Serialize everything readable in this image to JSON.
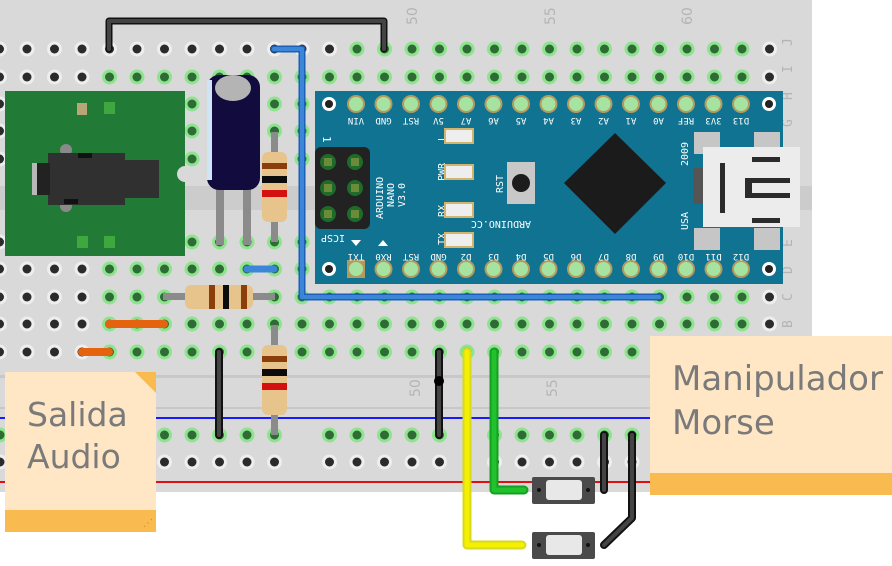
{
  "breadboard": {
    "column_labels": [
      "50",
      "55",
      "60"
    ],
    "bottom_column_labels": [
      "50",
      "55"
    ],
    "row_labels_top": [
      "J",
      "I",
      "H",
      "G"
    ],
    "row_labels_bottom": [
      "E",
      "D",
      "C",
      "B"
    ],
    "colors": {
      "board": "#d9d9d9",
      "hole": "#2b2b2b",
      "hole_connected": "#2f6b34",
      "hole_glow": "#8ee38e",
      "rail_blue": "#1a1aff",
      "rail_red": "#e01010"
    }
  },
  "arduino": {
    "name": "ARDUINO NANO V3.0",
    "title_line1": "ARDUINO",
    "title_line2": "NANO",
    "title_line3": "V3.0",
    "website": "ARDUINO.CC",
    "year": "2009",
    "country": "USA",
    "icsp_label": "ICSP",
    "icsp_pin1": "1",
    "reset_label": "RST",
    "leds": [
      "L",
      "PWR",
      "RX",
      "TX"
    ],
    "top_pins": [
      "VIN",
      "GND",
      "RST",
      "5V",
      "A7",
      "A6",
      "A5",
      "A4",
      "A3",
      "A2",
      "A1",
      "A0",
      "REF",
      "3V3",
      "D13"
    ],
    "bottom_pins": [
      "TX1",
      "RX0",
      "RST",
      "GND",
      "D2",
      "D3",
      "D4",
      "D5",
      "D6",
      "D7",
      "D8",
      "D9",
      "D10",
      "D11",
      "D12"
    ],
    "colors": {
      "pcb": "#0f7391",
      "chip": "#1b1b1b",
      "pad": "#a6e3a1"
    }
  },
  "components": {
    "audio_jack": "3.5mm audio jack module",
    "capacitor": "electrolytic capacitor",
    "resistors": [
      "resistor-1",
      "resistor-2",
      "resistor-3"
    ],
    "buttons": [
      "pushbutton-1",
      "pushbutton-2"
    ]
  },
  "wires": {
    "colors": {
      "black": "#2d2d2d",
      "blue": "#3b86d8",
      "orange": "#e5620f",
      "yellow": "#f4f000",
      "green": "#22c22e"
    }
  },
  "notes": [
    {
      "line1": "Salida",
      "line2": "Audio"
    },
    {
      "line1": "Manipulador",
      "line2": "Morse"
    }
  ]
}
